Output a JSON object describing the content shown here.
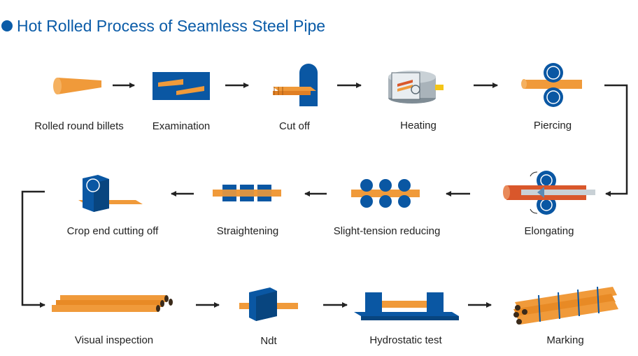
{
  "title": "Hot Rolled Process of Seamless Steel Pipe",
  "colors": {
    "title": "#0b5ca8",
    "blue": "#0a57a3",
    "orange": "#f09a3a",
    "arrow": "#222222",
    "copper": "#d9572b"
  },
  "steps": [
    {
      "label": "Rolled round billets",
      "icon": "billet-icon"
    },
    {
      "label": "Examination",
      "icon": "examination-icon"
    },
    {
      "label": "Cut off",
      "icon": "cut-off-icon"
    },
    {
      "label": "Heating",
      "icon": "furnace-icon"
    },
    {
      "label": "Piercing",
      "icon": "piercing-mill-icon"
    },
    {
      "label": "Elongating",
      "icon": "elongating-mill-icon"
    },
    {
      "label": "Slight-tension reducing",
      "icon": "reducing-mill-icon"
    },
    {
      "label": "Straightening",
      "icon": "straightener-icon"
    },
    {
      "label": "Crop end cutting off",
      "icon": "crop-cutter-icon"
    },
    {
      "label": "Visual inspection",
      "icon": "pipe-bundle-icon"
    },
    {
      "label": "Ndt",
      "icon": "ndt-tester-icon"
    },
    {
      "label": "Hydrostatic test",
      "icon": "hydrostatic-bench-icon"
    },
    {
      "label": "Marking",
      "icon": "marked-pipes-icon"
    }
  ]
}
